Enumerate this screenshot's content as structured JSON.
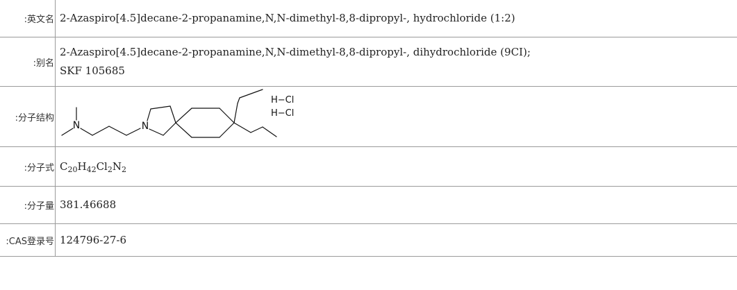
{
  "rows": {
    "english_name": {
      "label": "英文名:",
      "value": "2-Azaspiro[4.5]decane-2-propanamine,N,N-dimethyl-8,8-dipropyl-, hydrochloride (1:2)"
    },
    "alias": {
      "label": "别名:",
      "values": [
        "2-Azaspiro[4.5]decane-2-propanamine,N,N-dimethyl-8,8-dipropyl-, dihydrochloride (9CI);",
        "SKF 105685"
      ]
    },
    "structure": {
      "label": "分子结构:",
      "atom_n1": "N",
      "atom_n2": "N",
      "hcl_1": "H−Cl",
      "hcl_2": "H−Cl"
    },
    "formula": {
      "label": "分子式:",
      "parts": [
        {
          "el": "C",
          "n": "20"
        },
        {
          "el": "H",
          "n": "42"
        },
        {
          "el": "Cl",
          "n": "2"
        },
        {
          "el": "N",
          "n": "2"
        }
      ]
    },
    "molecular_weight": {
      "label": "分子量:",
      "value": "381.46688"
    },
    "cas": {
      "label": "CAS登录号:",
      "value": "124796-27-6"
    }
  }
}
